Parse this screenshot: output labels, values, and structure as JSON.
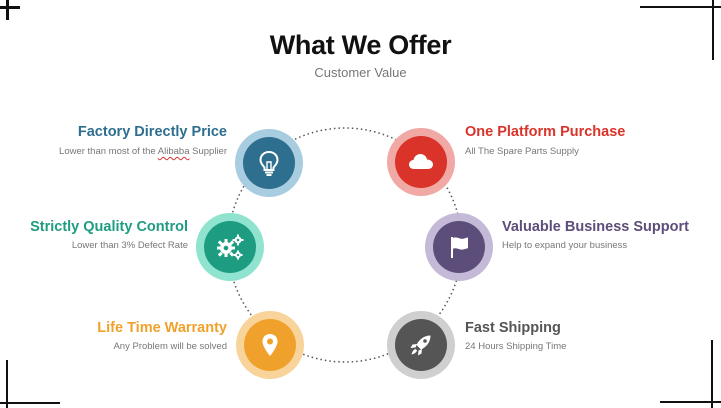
{
  "header": {
    "title": "What We Offer",
    "subtitle": "Customer Value"
  },
  "items": [
    {
      "title": "Factory Directly Price",
      "desc_pre": "Lower than most of the ",
      "desc_mark": "Alibaba",
      "desc_post": " Supplier",
      "icon": "lightbulb-icon",
      "color": "#2e6e8e",
      "ring": "#a9cde0"
    },
    {
      "title": "One Platform Purchase",
      "desc": "All The Spare Parts Supply",
      "icon": "cloud-icon",
      "color": "#d9332a",
      "ring": "#f0a9a4"
    },
    {
      "title": "Strictly Quality Control",
      "desc": "Lower than 3% Defect Rate",
      "icon": "gears-icon",
      "color": "#1e9c82",
      "ring": "#8fe3cf"
    },
    {
      "title": "Valuable Business Support",
      "desc": "Help to expand your business",
      "icon": "flag-icon",
      "color": "#5d4d7a",
      "ring": "#c4b9d6"
    },
    {
      "title": "Life Time Warranty",
      "desc": "Any Problem will be solved",
      "icon": "map-pin-icon",
      "color": "#f0a12c",
      "ring": "#f8d49b"
    },
    {
      "title": "Fast Shipping",
      "desc": "24 Hours Shipping Time",
      "icon": "rocket-icon",
      "color": "#555555",
      "ring": "#cfcfcf"
    }
  ]
}
